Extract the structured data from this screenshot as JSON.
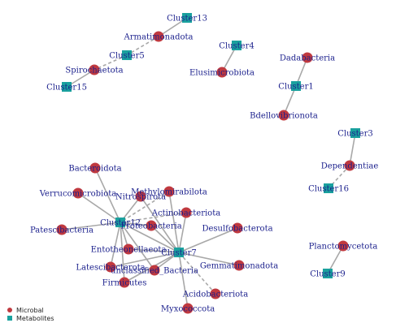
{
  "colors": {
    "microbial": "#c0393f",
    "metabolite": "#1aa19e",
    "label": "#1a1f8c",
    "edge": "#a8a8a8"
  },
  "legend": [
    {
      "label": "Microbal",
      "type": "microbial"
    },
    {
      "label": "Metabolites",
      "type": "metabolite"
    }
  ],
  "nodes": [
    {
      "id": "Cluster13",
      "label": "Cluster13",
      "type": "metabolite"
    },
    {
      "id": "Armatimonadota",
      "label": "Armatimonadota",
      "type": "microbial"
    },
    {
      "id": "Cluster5",
      "label": "Cluster5",
      "type": "metabolite"
    },
    {
      "id": "Spirochaetota",
      "label": "Spirochaetota",
      "type": "microbial"
    },
    {
      "id": "Cluster15",
      "label": "Cluster15",
      "type": "metabolite"
    },
    {
      "id": "Cluster4",
      "label": "Cluster4",
      "type": "metabolite"
    },
    {
      "id": "Elusimicrobiota",
      "label": "Elusimicrobiota",
      "type": "microbial"
    },
    {
      "id": "Dadabacteria",
      "label": "Dadabacteria",
      "type": "microbial"
    },
    {
      "id": "Cluster1",
      "label": "Cluster1",
      "type": "metabolite"
    },
    {
      "id": "Bdellovibrionota",
      "label": "Bdellovibrionota",
      "type": "microbial"
    },
    {
      "id": "Cluster3",
      "label": "Cluster3",
      "type": "metabolite"
    },
    {
      "id": "Dependentiae",
      "label": "Dependentiae",
      "type": "microbial"
    },
    {
      "id": "Cluster16",
      "label": "Cluster16",
      "type": "metabolite"
    },
    {
      "id": "Planctomycetota",
      "label": "Planctomycetota",
      "type": "microbial"
    },
    {
      "id": "Cluster9",
      "label": "Cluster9",
      "type": "metabolite"
    },
    {
      "id": "Bacteroidota",
      "label": "Bacteroidota",
      "type": "microbial"
    },
    {
      "id": "Verrucomicrobiota",
      "label": "Verrucomicrobiota",
      "type": "microbial"
    },
    {
      "id": "Methylomirabilota",
      "label": "Methylomirabilota",
      "type": "microbial"
    },
    {
      "id": "Nitrospirota",
      "label": "Nitrospirota",
      "type": "microbial"
    },
    {
      "id": "Actinobacteriota",
      "label": "Actinobacteriota",
      "type": "microbial"
    },
    {
      "id": "Cluster12",
      "label": "Cluster12",
      "type": "metabolite"
    },
    {
      "id": "Proteobacteria",
      "label": "Proteobacteria",
      "type": "microbial"
    },
    {
      "id": "Patescibacteria",
      "label": "Patescibacteria",
      "type": "microbial"
    },
    {
      "id": "Desulfobacterota",
      "label": "Desulfobacterota",
      "type": "microbial"
    },
    {
      "id": "Entotheonellaeota",
      "label": "Entotheonellaeota",
      "type": "microbial"
    },
    {
      "id": "Cluster7",
      "label": "Cluster7",
      "type": "metabolite"
    },
    {
      "id": "Latescibacterota",
      "label": "Latescibacterota",
      "type": "microbial"
    },
    {
      "id": "unclassified_Bacteria",
      "label": "unclassified_Bacteria",
      "type": "microbial"
    },
    {
      "id": "Gemmatimonadota",
      "label": "Gemmatimonadota",
      "type": "microbial"
    },
    {
      "id": "Firmicutes",
      "label": "Firmicutes",
      "type": "microbial"
    },
    {
      "id": "Acidobacteriota",
      "label": "Acidobacteriota",
      "type": "microbial"
    },
    {
      "id": "Myxococcota",
      "label": "Myxococcota",
      "type": "microbial"
    }
  ],
  "edges": [
    {
      "source": "Cluster13",
      "target": "Armatimonadota",
      "style": "solid"
    },
    {
      "source": "Armatimonadota",
      "target": "Cluster5",
      "style": "dashed"
    },
    {
      "source": "Cluster5",
      "target": "Spirochaetota",
      "style": "dashed"
    },
    {
      "source": "Spirochaetota",
      "target": "Cluster15",
      "style": "solid"
    },
    {
      "source": "Cluster4",
      "target": "Elusimicrobiota",
      "style": "solid"
    },
    {
      "source": "Dadabacteria",
      "target": "Cluster1",
      "style": "solid"
    },
    {
      "source": "Cluster1",
      "target": "Bdellovibrionota",
      "style": "solid"
    },
    {
      "source": "Cluster3",
      "target": "Dependentiae",
      "style": "solid"
    },
    {
      "source": "Dependentiae",
      "target": "Cluster16",
      "style": "dashed"
    },
    {
      "source": "Planctomycetota",
      "target": "Cluster9",
      "style": "solid"
    },
    {
      "source": "Bacteroidota",
      "target": "Cluster12",
      "style": "solid"
    },
    {
      "source": "Verrucomicrobiota",
      "target": "Cluster12",
      "style": "solid"
    },
    {
      "source": "Methylomirabilota",
      "target": "Cluster12",
      "style": "dashed"
    },
    {
      "source": "Nitrospirota",
      "target": "Cluster12",
      "style": "solid"
    },
    {
      "source": "Nitrospirota",
      "target": "Cluster7",
      "style": "solid"
    },
    {
      "source": "Actinobacteriota",
      "target": "Cluster12",
      "style": "dashed"
    },
    {
      "source": "Actinobacteriota",
      "target": "Cluster7",
      "style": "solid"
    },
    {
      "source": "Patescibacteria",
      "target": "Cluster12",
      "style": "solid"
    },
    {
      "source": "Proteobacteria",
      "target": "Cluster12",
      "style": "solid"
    },
    {
      "source": "Proteobacteria",
      "target": "Cluster7",
      "style": "solid"
    },
    {
      "source": "Entotheonellaeota",
      "target": "Cluster12",
      "style": "solid"
    },
    {
      "source": "Entotheonellaeota",
      "target": "Cluster7",
      "style": "solid"
    },
    {
      "source": "Latescibacterota",
      "target": "Cluster12",
      "style": "solid"
    },
    {
      "source": "Latescibacterota",
      "target": "Cluster7",
      "style": "solid"
    },
    {
      "source": "unclassified_Bacteria",
      "target": "Cluster12",
      "style": "solid"
    },
    {
      "source": "unclassified_Bacteria",
      "target": "Cluster7",
      "style": "solid"
    },
    {
      "source": "Firmicutes",
      "target": "Cluster12",
      "style": "solid"
    },
    {
      "source": "Firmicutes",
      "target": "Cluster7",
      "style": "solid"
    },
    {
      "source": "Desulfobacterota",
      "target": "Cluster7",
      "style": "solid"
    },
    {
      "source": "Gemmatimonadota",
      "target": "Cluster7",
      "style": "solid"
    },
    {
      "source": "Acidobacteriota",
      "target": "Cluster7",
      "style": "dashed"
    },
    {
      "source": "Myxococcota",
      "target": "Cluster7",
      "style": "solid"
    },
    {
      "source": "Cluster12",
      "target": "Cluster7",
      "style": "solid"
    },
    {
      "source": "Methylomirabilota",
      "target": "Cluster7",
      "style": "solid"
    }
  ]
}
